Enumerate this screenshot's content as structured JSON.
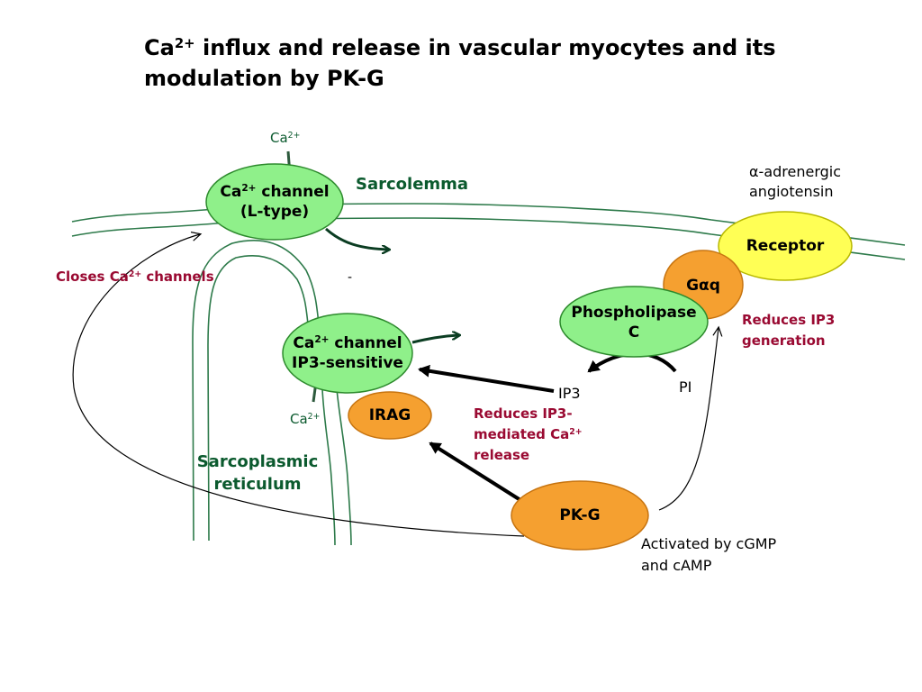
{
  "title": {
    "prefix": "Ca",
    "sup": "2+",
    "rest": " influx and release in vascular myocytes and its modulation by PK-G"
  },
  "nodes": {
    "l_type_channel": {
      "line1_prefix": "Ca",
      "line1_sup": "2+",
      "line1_rest": " channel",
      "line2": "(L-type)"
    },
    "ip3_channel": {
      "line1_prefix": "Ca",
      "line1_sup": "2+",
      "line1_rest": " channel",
      "line2": "IP3-sensitive"
    },
    "irag": "IRAG",
    "receptor": "Receptor",
    "gaq": {
      "prefix": "G",
      "alpha": "α",
      "suffix": "q"
    },
    "plc": {
      "line1": "Phospholipase",
      "line2": "C"
    },
    "pkg": "PK-G"
  },
  "labels": {
    "ca_top": {
      "prefix": "Ca",
      "sup": "2+"
    },
    "ca_bottom": {
      "prefix": "Ca",
      "sup": "2+"
    },
    "sarcolemma": "Sarcolemma",
    "sarcoplasmic": {
      "line1": "Sarcoplasmic",
      "line2": "reticulum"
    },
    "ligands": {
      "alpha": "α",
      "line1_rest": "-adrenergic",
      "line2": "angiotensin"
    },
    "closes": {
      "prefix": "Closes Ca",
      "sup": "2+",
      "rest": " channels"
    },
    "reduces_ip3_gen": {
      "line1": "Reduces IP3",
      "line2": "generation"
    },
    "reduces_ip3_rel": {
      "line1": "Reduces IP3-",
      "line2_prefix": "mediated Ca",
      "line2_sup": "2+",
      "line3": "release"
    },
    "ip3": "IP3",
    "pi": "PI",
    "dash": "-",
    "activated": {
      "line1": "Activated by cGMP",
      "line2": "and cAMP"
    }
  },
  "colors": {
    "green_fill": "#8ff08a",
    "green_stroke": "#2d8a2d",
    "orange_fill": "#f5a030",
    "orange_stroke": "#c77410",
    "yellow_fill": "#ffff55",
    "yellow_stroke": "#b8b800",
    "dark_green": "#0b5a2e",
    "dark_red": "#9a0a32",
    "membrane": "#2d7a4a"
  }
}
